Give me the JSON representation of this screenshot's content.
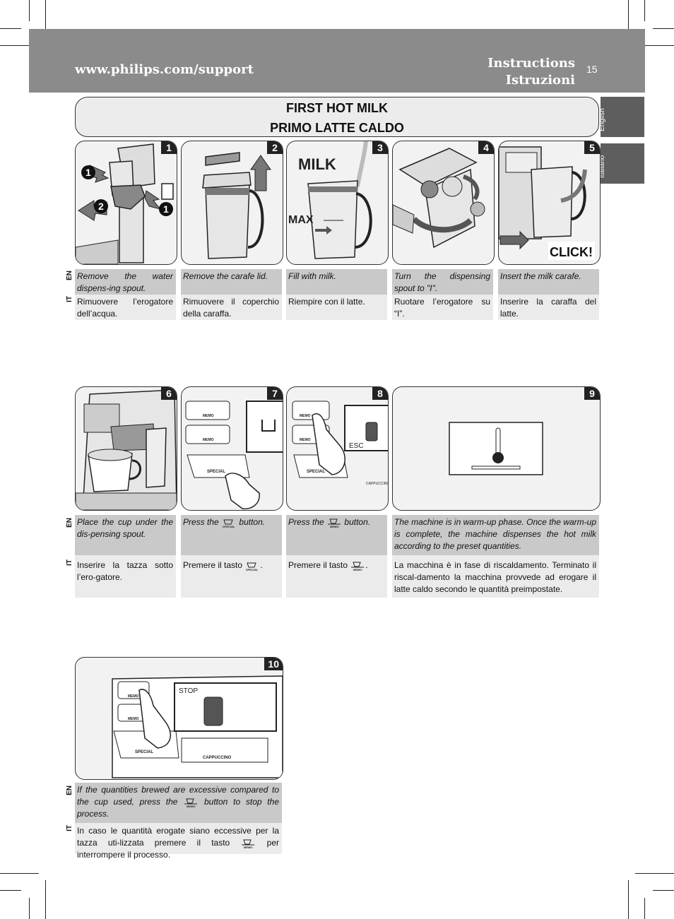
{
  "header": {
    "url": "www.philips.com/support",
    "title_en": "Instructions",
    "title_it": "Istruzioni",
    "page_number": "15"
  },
  "language_tabs": [
    "English",
    "Italiano"
  ],
  "section": {
    "title_en": "FIRST HOT MILK",
    "title_it": "PRIMO LATTE CALDO"
  },
  "lang_labels": {
    "en": "EN",
    "it": "IT"
  },
  "figure_labels": {
    "milk": "MILK",
    "max": "MAX",
    "click": "CLICK!",
    "memo": "MEMO",
    "special": "SPECIAL",
    "cappuccino": "CAPPUCCINO",
    "esc": "ESC",
    "stop": "STOP",
    "callout_1": "1",
    "callout_2": "2"
  },
  "steps": [
    {
      "num": "1",
      "en": "Remove the water dispens-ing spout.",
      "it": "Rimuovere l’erogatore dell’acqua."
    },
    {
      "num": "2",
      "en": "Remove the carafe lid.",
      "it": "Rimuovere il coperchio della caraffa."
    },
    {
      "num": "3",
      "en": "Fill with milk.",
      "it": "Riempire con il latte."
    },
    {
      "num": "4",
      "en": "Turn the dispensing spout to \"I\".",
      "it": "Ruotare l’erogatore su “I”."
    },
    {
      "num": "5",
      "en": "Insert the milk carafe.",
      "it": "Inserire la caraffa del latte."
    },
    {
      "num": "6",
      "en": "Place the cup under the dis-pensing spout.",
      "it": "Inserire la tazza sotto l’ero-gatore."
    },
    {
      "num": "7",
      "en_pre": "Press the",
      "en_post": "button.",
      "it_pre": "Premere il tasto",
      "it_post": "."
    },
    {
      "num": "8",
      "en_pre": "Press the",
      "en_post": "button.",
      "it_pre": "Premere il tasto",
      "it_post": "."
    },
    {
      "num": "9",
      "en": "The machine is in warm-up phase. Once the warm-up is complete, the machine dispenses the hot milk according to the preset quantities.",
      "it": "La macchina è in fase di riscaldamento. Terminato il riscal-damento la macchina provvede ad erogare il latte caldo secondo le quantità preimpostate."
    },
    {
      "num": "10",
      "en_pre": "If the quantities brewed are excessive compared to the cup used, press the",
      "en_post": "button to stop the process.",
      "it_pre": "In caso le quantità erogate siano eccessive per la tazza uti-lizzata premere il tasto",
      "it_post": "per interrompere il processo."
    }
  ],
  "colors": {
    "header": "#8b8b8b",
    "tab": "#5e5e5e",
    "caption_en": "#c9c9c9",
    "caption_it": "#ebebeb"
  }
}
